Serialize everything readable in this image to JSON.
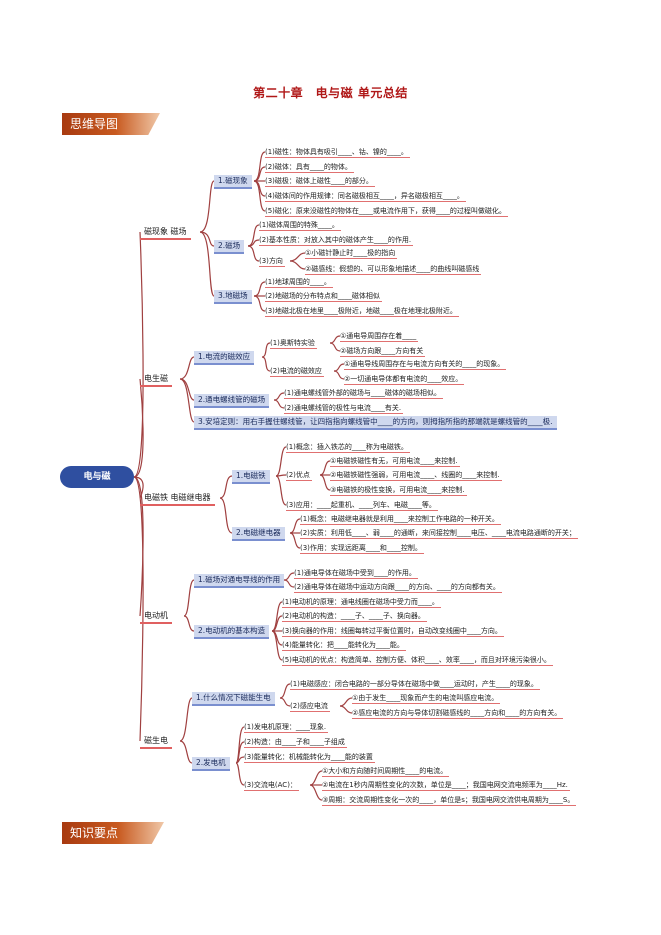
{
  "title": "第二十章　电与磁 单元总结",
  "banners": {
    "mindmap": "思维导图",
    "points": "知识要点"
  },
  "root": "电与磁",
  "sections": {
    "s1": {
      "label": "磁现象  磁场",
      "a": {
        "label": "1.磁现象",
        "l1": "(1)磁性：物体具有吸引____、钴、镍的____。",
        "l2": "(2)磁体：具有____的物体。",
        "l3": "(3)磁极：磁体上磁性____的部分。",
        "l4": "(4)磁体间的作用规律：同名磁极相互____，异名磁极相互____。",
        "l5": "(5)磁化：原来没磁性的物体在____或电流作用下，获得____的过程叫做磁化。"
      },
      "b": {
        "label": "2.磁场",
        "l1": "(1)磁体周围的特殊____。",
        "l2": "(2)基本性质：对放入其中的磁体产生____的作用.",
        "l3": "(3)方向",
        "l3a": "①小磁针静止时____极的指向",
        "l3b": "②磁感线：假想的、可以形象地描述____的曲线叫磁感线"
      },
      "c": {
        "label": "3.地磁场",
        "l1": "(1)地球周围的____。",
        "l2": "(2)地磁场的分布特点和____磁体相似",
        "l3": "(3)地磁北极在地里____极附近，地磁____极在地理北极附近。"
      }
    },
    "s2": {
      "label": "电生磁",
      "a": {
        "label": "1.电流的磁效应",
        "l1": "(1)奥斯特实验",
        "l1a": "①通电导周围存在着____",
        "l1b": "②磁场方向跟____方向有关",
        "l2": "(2)电流的磁效应",
        "l2a": "①通电导线周围存在与电流方向有关的____的现象。",
        "l2b": "②一切通电导体都有电流的____效应。"
      },
      "b": {
        "label": "2.通电螺线管的磁场",
        "l1": "(1)通电螺线管外部的磁场与____磁体的磁场相似。",
        "l2": "(2)通电螺线管的极性与电流____有关."
      },
      "c": {
        "label": "3.安培定则：用右手握住螺线管，让四指指向螺线管中____的方向，则拇指所指的那端就是螺线管的____极."
      }
    },
    "s3": {
      "label": "电磁铁  电磁继电器",
      "a": {
        "label": "1.电磁铁",
        "l1": "(1)概念：插入铁芯的____称为电磁铁。",
        "l2": "(2)优点",
        "l2a": "①电磁铁磁性有无，可用电流____来控制.",
        "l2b": "②电磁铁磁性强弱，可用电流____、线圈的____来控制.",
        "l2c": "③电磁铁的极性变换，可用电流____来控制.",
        "l3": "(3)应用：____起重机、____列车、电磁____等。"
      },
      "b": {
        "label": "2.电磁继电器",
        "l1": "(1)概念：电磁继电器就是利用____来控制工作电路的一种开关。",
        "l2": "(2)实质：利用低____、弱____的通断，来间接控制____电压、____电流电路通断的开关；",
        "l3": "(3)作用：实现远距离____和____控制。"
      }
    },
    "s4": {
      "label": "电动机",
      "a": {
        "label": "1.磁场对通电导线的作用",
        "l1": "(1)通电导体在磁场中受到____的作用。",
        "l2": "(2)通电导体在磁场中运动方向跟____的方向、____的方向都有关。"
      },
      "b": {
        "label": "2.电动机的基本构造",
        "l1": "(1)电动机的原理：通电线圈在磁场中受力而____。",
        "l2": "(2)电动机的构造：____子、____子、换向器。",
        "l3": "(3)换向器的作用：线圈每转过平衡位置时，自动改变线圈中____方向。",
        "l4": "(4)能量转化：把____能转化为____能。",
        "l5": "(5)电动机的优点：构造简单、控制方便、体积____、效率____，而且对环境污染很小。"
      }
    },
    "s5": {
      "label": "磁生电",
      "a": {
        "label": "1.什么情况下磁能生电",
        "l1": "(1)电磁感应：闭合电路的一部分导体在磁场中做____运动时，产生____的现象。",
        "l2": "(2)感应电流",
        "l2a": "①由于发生____现象而产生的电流叫感应电流。",
        "l2b": "②感应电流的方向与导体切割磁感线的____方向和____的方向有关。"
      },
      "b": {
        "label": "2.发电机",
        "l1": "(1)发电机原理：____现象.",
        "l2": "(2)构造：由____子和____子组成",
        "l3": "(3)能量转化：机械能转化为____能的装置",
        "l4": "(3)交流电(AC)：",
        "l4a": "①大小和方向随时间周期性____的电流。",
        "l4b": "②电流在1秒内周期性变化的次数，单位是____；我国电网交流电频率为____Hz.",
        "l4c": "③周期：交流周期性变化一次的____，单位是s；我国电网交流供电周期为____S。"
      }
    }
  }
}
